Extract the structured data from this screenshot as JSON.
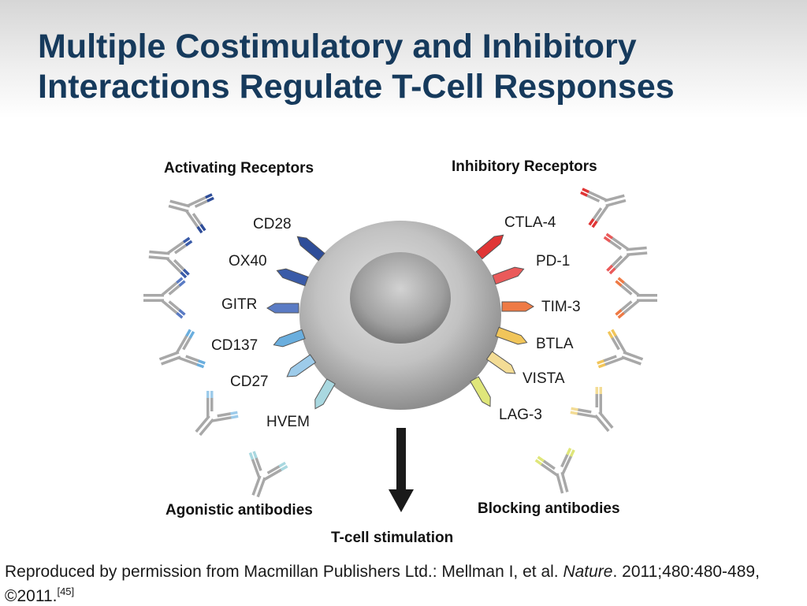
{
  "title": {
    "line1": "Multiple Costimulatory and Inhibitory",
    "line2": "Interactions Regulate T-Cell Responses"
  },
  "diagram": {
    "activating_header": "Activating Receptors",
    "inhibitory_header": "Inhibitory Receptors",
    "agonistic_label": "Agonistic antibodies",
    "blocking_label": "Blocking antibodies",
    "stimulation_label": "T-cell stimulation",
    "activating_receptors": [
      {
        "name": "CD28",
        "color": "#2e4d99"
      },
      {
        "name": "OX40",
        "color": "#3a5ba8"
      },
      {
        "name": "GITR",
        "color": "#5a7bc4"
      },
      {
        "name": "CD137",
        "color": "#6aaede"
      },
      {
        "name": "CD27",
        "color": "#9dcbea"
      },
      {
        "name": "HVEM",
        "color": "#a9d8e0"
      }
    ],
    "inhibitory_receptors": [
      {
        "name": "CTLA-4",
        "color": "#e03535"
      },
      {
        "name": "PD-1",
        "color": "#ea5a5a"
      },
      {
        "name": "TIM-3",
        "color": "#ee7a45"
      },
      {
        "name": "BTLA",
        "color": "#f1c55a"
      },
      {
        "name": "VISTA",
        "color": "#f3dc95"
      },
      {
        "name": "LAG-3",
        "color": "#dfe67a"
      }
    ]
  },
  "reference": {
    "text_before": "Reproduced by permission from Macmillan Publishers Ltd.: Mellman I, et al. ",
    "journal": "Nature",
    "text_after": ". 2011;480:480-489, ©2011.",
    "citation": "[45]"
  }
}
